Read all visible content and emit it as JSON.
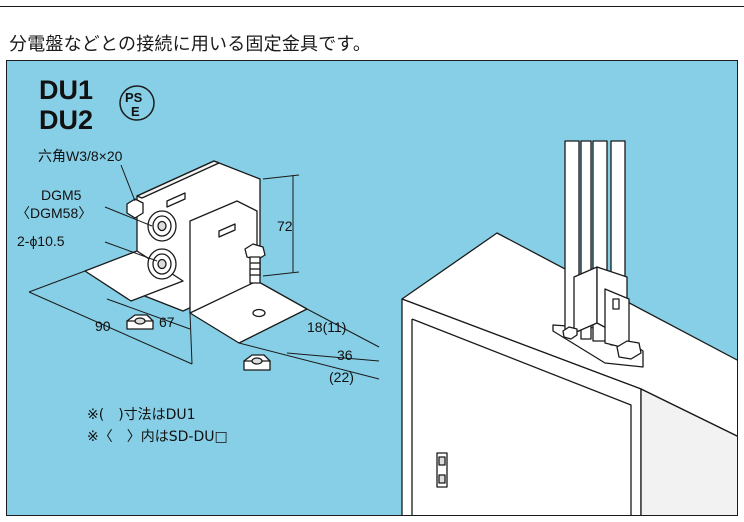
{
  "caption": "分電盤などとの接続に用いる固定金具です。",
  "models": [
    "DU1",
    "DU2"
  ],
  "pse_mark": {
    "top": "PS",
    "bottom": "E"
  },
  "labels": {
    "bolt": "六角W3/8×20",
    "dgm5": "DGM5",
    "dgm58": "〈DGM58〉",
    "holes": "2-ϕ10.5",
    "height": "72",
    "width_a": "90",
    "width_b": "67",
    "depth_a": "18(11)",
    "depth_b": "36",
    "depth_c": "(22)"
  },
  "notes": [
    "※(　)寸法はDU1",
    "※〈　〉内はSD-DU□"
  ],
  "colors": {
    "background": "#87cfe6",
    "line": "#1a1a1a",
    "metal": "#ffffff"
  }
}
